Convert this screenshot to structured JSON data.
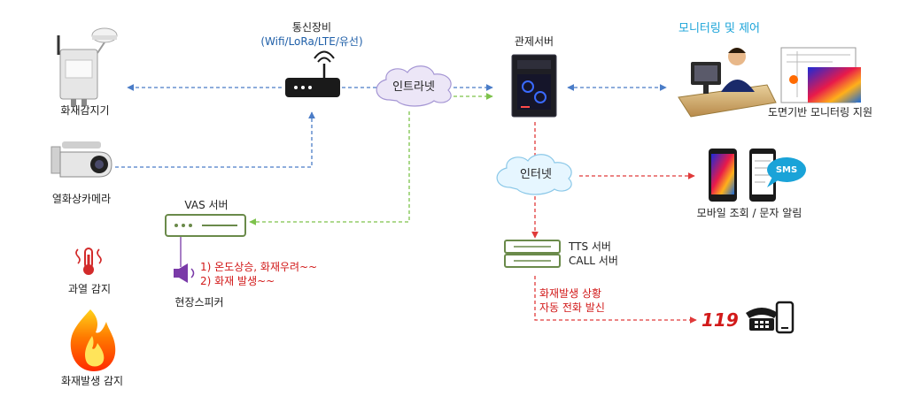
{
  "colors": {
    "blue_line": "#4a7cc7",
    "green_line": "#7dc24b",
    "red_line": "#e03a3a",
    "cloud_fill": "#ece6f7",
    "cloud_stroke": "#a596d4",
    "accent_cyan": "#1aa3d8",
    "alarm_red": "#d21a1a"
  },
  "devices": {
    "fire_detector": "화재감지기",
    "thermal_camera": "열화상카메라",
    "overheat": "과열 감지",
    "fire_outbreak": "화재발생 감지"
  },
  "comm": {
    "title": "통신장비",
    "subtitle": "(Wifi/LoRa/LTE/유선)",
    "intranet": "인트라넷"
  },
  "server": {
    "control": "관제서버",
    "internet": "인터넷"
  },
  "monitoring": {
    "title": "모니터링 및 제어",
    "drawing": "도면기반 모니터링 지원"
  },
  "mobile": {
    "label": "모바일 조회 / 문자 알림",
    "sms": "SMS"
  },
  "vas": {
    "title": "VAS 서버",
    "msg1": "1)  온도상승, 화재우려~~",
    "msg2": "2)  화재 발생~~",
    "speaker": "현장스피커"
  },
  "tts": {
    "line1": "TTS 서버",
    "line2": "CALL 서버",
    "call1": "화재발생 상황",
    "call2": "자동 전화 발신",
    "emergency": "119"
  }
}
